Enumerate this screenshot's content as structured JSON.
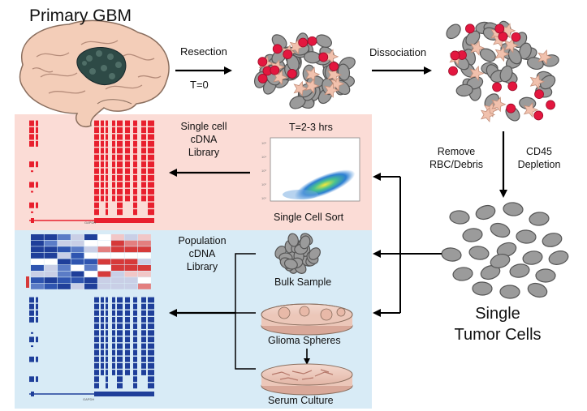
{
  "title": "Primary GBM",
  "steps": {
    "resection": "Resection",
    "t0": "T=0",
    "dissociation": "Dissociation",
    "remove": [
      "Remove",
      "RBC/Debris"
    ],
    "cd45": [
      "CD45",
      "Depletion"
    ],
    "t_sort": "T=2-3 hrs"
  },
  "single_cell_panel": {
    "library": [
      "Single cell",
      "cDNA",
      "Library"
    ],
    "sort_label": "Single Cell Sort",
    "track_label": "GAPDH"
  },
  "population_panel": {
    "library": [
      "Population",
      "cDNA",
      "Library"
    ],
    "bulk": "Bulk Sample",
    "spheres": "Glioma Spheres",
    "serum": "Serum Culture",
    "track_label": "GAPDH"
  },
  "result": [
    "Single",
    "Tumor Cells"
  ],
  "colors": {
    "single_panel_bg": "#fbdcd6",
    "population_panel_bg": "#d8ebf6",
    "red_track": "#e8202e",
    "blue_track": "#1f3f9a",
    "rbc": "#e3173f",
    "tumor_cell": "#9b9b9b",
    "tumor_outline": "#555555",
    "immune_cell": "#f1c1ad"
  }
}
